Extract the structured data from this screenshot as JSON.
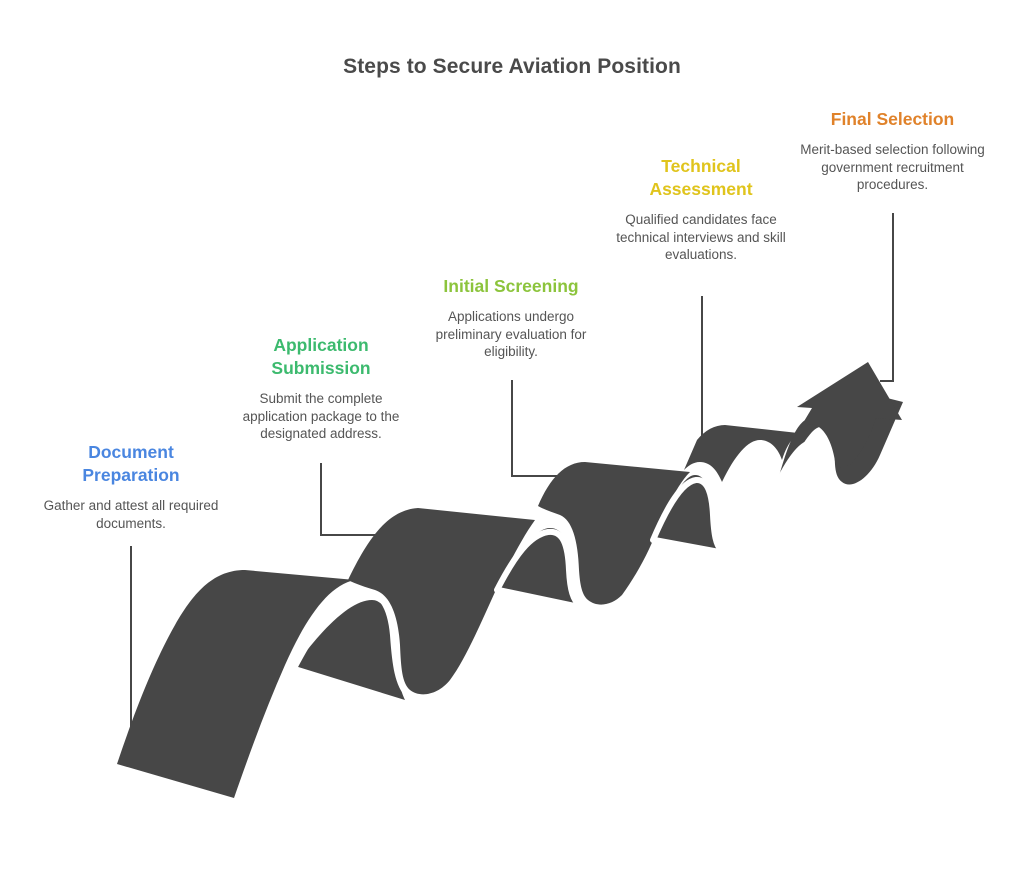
{
  "title": "Steps to Secure Aviation Position",
  "colors": {
    "ribbon": "#474747",
    "connector": "#474747",
    "title": "#4a4a4a",
    "description": "#555555"
  },
  "steps": [
    {
      "title": "Document Preparation",
      "title_lines": [
        "Document",
        "Preparation"
      ],
      "description": "Gather and attest all required documents.",
      "color": "#4a86e0"
    },
    {
      "title": "Application Submission",
      "title_lines": [
        "Application",
        "Submission"
      ],
      "description": "Submit the complete application package to the designated address.",
      "color": "#3cba6e"
    },
    {
      "title": "Initial Screening",
      "title_lines": [
        "Initial Screening"
      ],
      "description": "Applications undergo preliminary evaluation for eligibility.",
      "color": "#8cc43c"
    },
    {
      "title": "Technical Assessment",
      "title_lines": [
        "Technical",
        "Assessment"
      ],
      "description": "Qualified candidates face technical interviews and skill evaluations.",
      "color": "#e0c41c"
    },
    {
      "title": "Final Selection",
      "title_lines": [
        "Final Selection"
      ],
      "description": "Merit-based selection following government recruitment procedures.",
      "color": "#e0822a"
    }
  ]
}
